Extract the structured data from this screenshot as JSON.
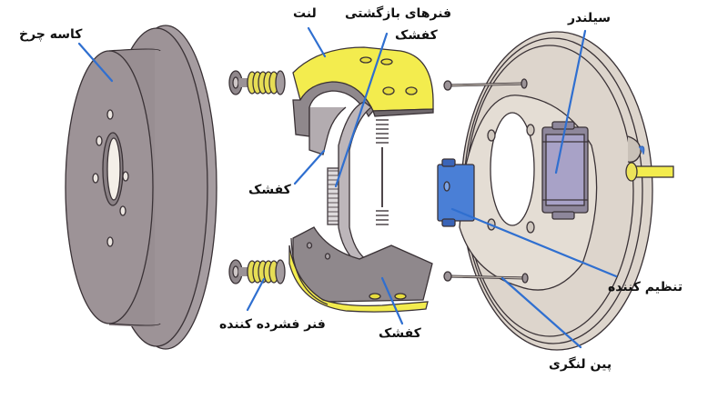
{
  "diagram": {
    "title": "Drum brake exploded view",
    "colors": {
      "drum": "#9d9397",
      "shoe": "#8f888c",
      "lining": "#f3ec4e",
      "backing_plate": "#ddd5cc",
      "adjuster": "#4a7fd6",
      "cylinder": "#a8a2c7",
      "leader_line": "#2f6fd0"
    },
    "labels": {
      "drum": "کاسه چرخ",
      "lining": "لنت",
      "return_springs": "فنرهای بازگشتی",
      "shoe_top": "کفشک",
      "shoe_left": "کفشک",
      "hold_down_spring": "فنر فشرده کننده",
      "shoe_bottom": "کفشک",
      "cylinder": "سیلندر",
      "adjuster": "تنظیم کننده",
      "anchor_pin": "پین لنگری"
    }
  }
}
